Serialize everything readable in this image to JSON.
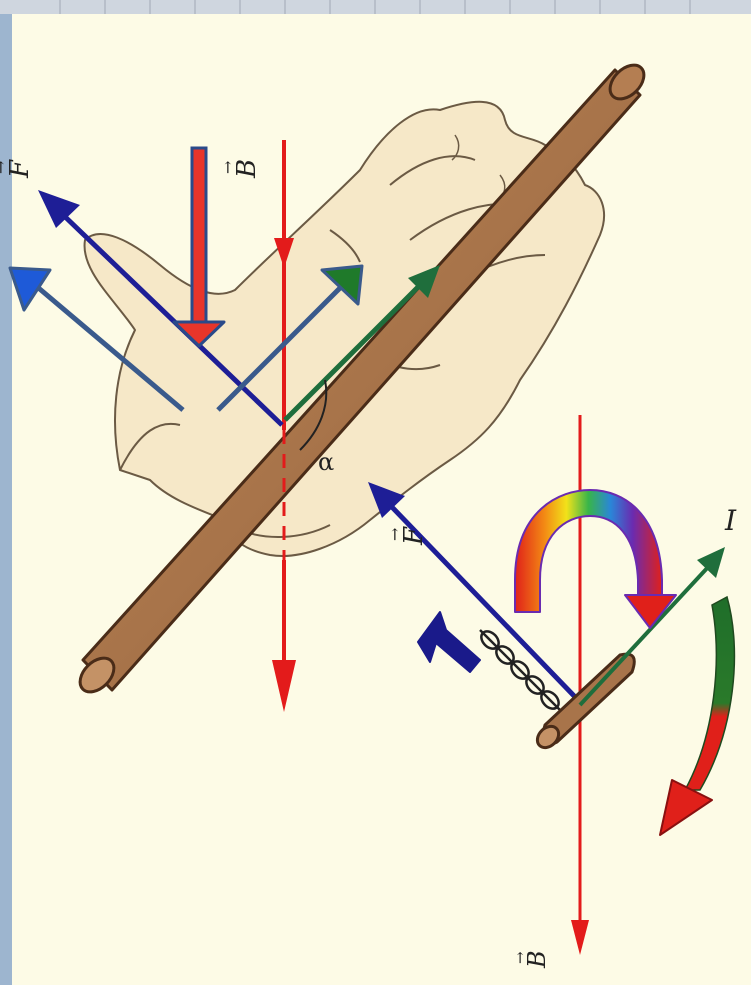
{
  "labels": {
    "force_top": "F",
    "field_top": "B",
    "angle": "α",
    "force_mid": "F",
    "current": "I",
    "field_bottom": "B"
  },
  "colors": {
    "background": "#fdfbe6",
    "left_frame": "#9db5cf",
    "top_ruler": "#cfd6df",
    "field_arrow": "#e31b1b",
    "force_arrow": "#1e1e96",
    "current_arrow": "#1f6e3c",
    "wire_body": "#a8744a",
    "wire_edge": "#4a2c18",
    "hand_fill": "#f6e8c8",
    "hand_line": "#6b5a44",
    "overlay_arrow": "#3a5a8c",
    "rotation_green": "#1f6e2a",
    "rotation_red": "#e0201a"
  },
  "icons": {
    "hand": "left-hand-icon",
    "coil": "coil-spring-icon",
    "rainbow": "rainbow-arc-arrow-icon"
  }
}
